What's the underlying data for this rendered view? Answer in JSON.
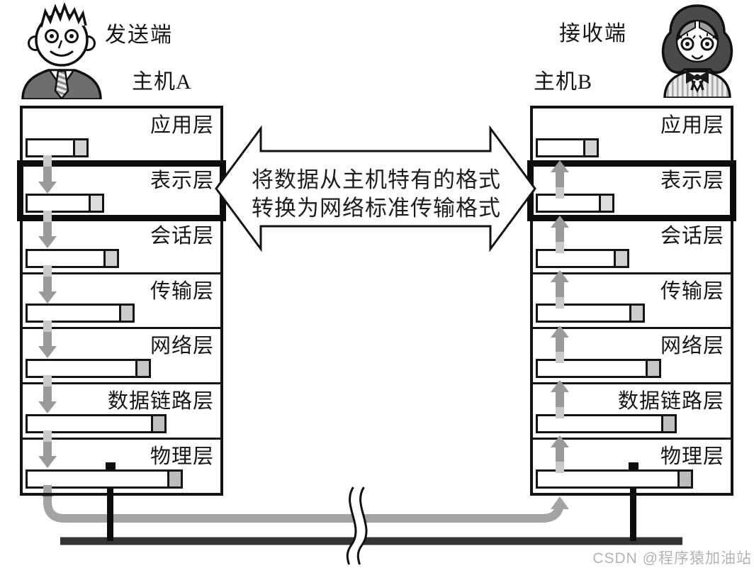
{
  "diagram": {
    "sender": {
      "role": "发送端",
      "host": "主机A"
    },
    "receiver": {
      "role": "接收端",
      "host": "主机B"
    },
    "layers": [
      "应用层",
      "表示层",
      "会话层",
      "传输层",
      "网络层",
      "数据链路层",
      "物理层"
    ],
    "highlighted_layer": "表示层",
    "annotation": {
      "line1": "将数据从主机特有的格式",
      "line2": "转换为网络标准传输格式"
    },
    "watermark": "CSDN @程序猿加油站"
  },
  "colors": {
    "outline": "#141414",
    "arrow_gray": "#9a9a9a",
    "arrow_stub": "#c9c9c9",
    "wire_gray": "#a3a3a3",
    "bus_black": "#333333",
    "suit_gray": "#6e6e6e",
    "hair_gray": "#4a4a4a",
    "watermark_gray": "#b3b3b3"
  }
}
